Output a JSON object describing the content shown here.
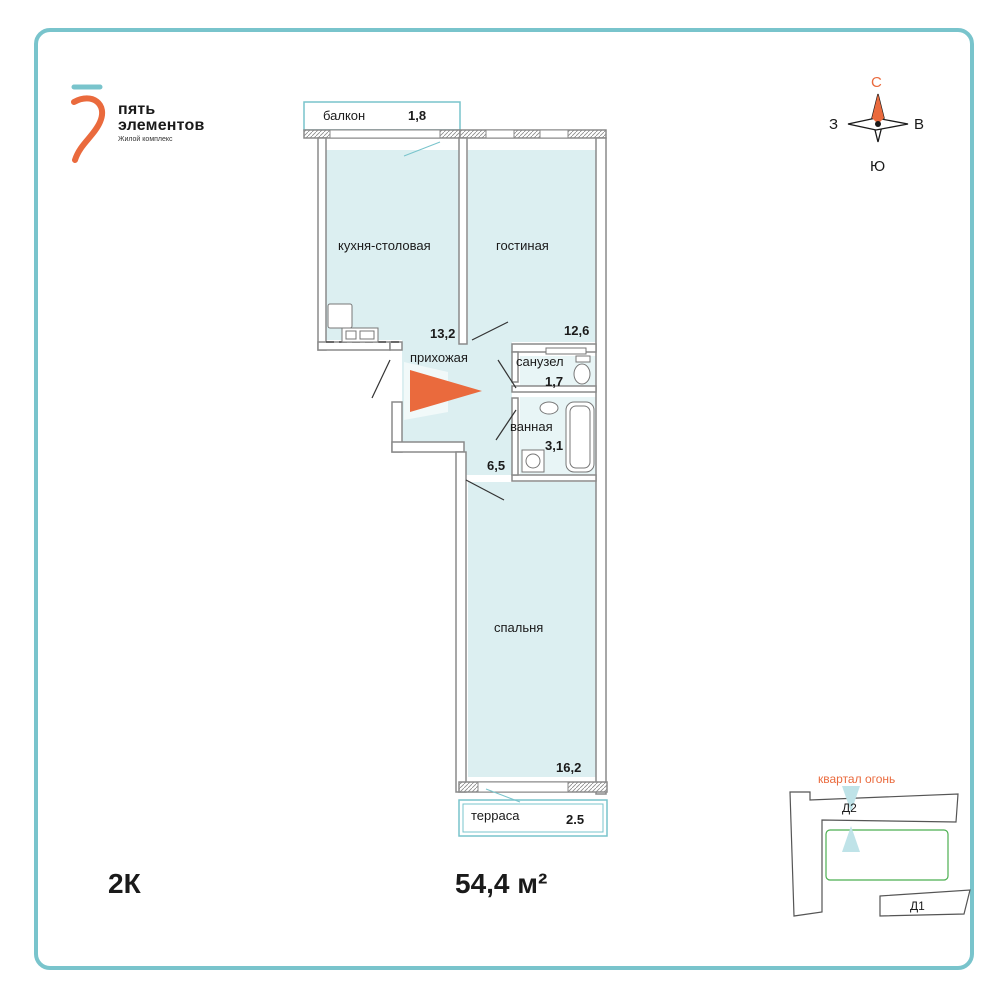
{
  "brand": {
    "name_line1": "пять",
    "name_line2": "элементов",
    "subtitle": "Жилой комплекс",
    "colors": {
      "accent": "#ea6a3d",
      "teal": "#79c4cc"
    }
  },
  "compass": {
    "north": "С",
    "south": "Ю",
    "west": "З",
    "east": "В"
  },
  "rooms": {
    "balcony": {
      "label": "балкон",
      "area": "1,8"
    },
    "kitchen": {
      "label": "кухня-столовая",
      "area": "13,2"
    },
    "living": {
      "label": "гостиная",
      "area": "12,6"
    },
    "hallway": {
      "label": "прихожая",
      "area": "6,5"
    },
    "toilet": {
      "label": "санузел",
      "area": "1,7"
    },
    "bathroom": {
      "label": "ванная",
      "area": "3,1"
    },
    "bedroom": {
      "label": "спальня",
      "area": "16,2"
    },
    "terrace": {
      "label": "терраса",
      "area": "2.5"
    }
  },
  "apartment": {
    "type": "2К",
    "total_area": "54,4 м²"
  },
  "site_plan": {
    "block_name": "квартал огонь",
    "building_current": "Д2",
    "building_other": "Д1"
  }
}
